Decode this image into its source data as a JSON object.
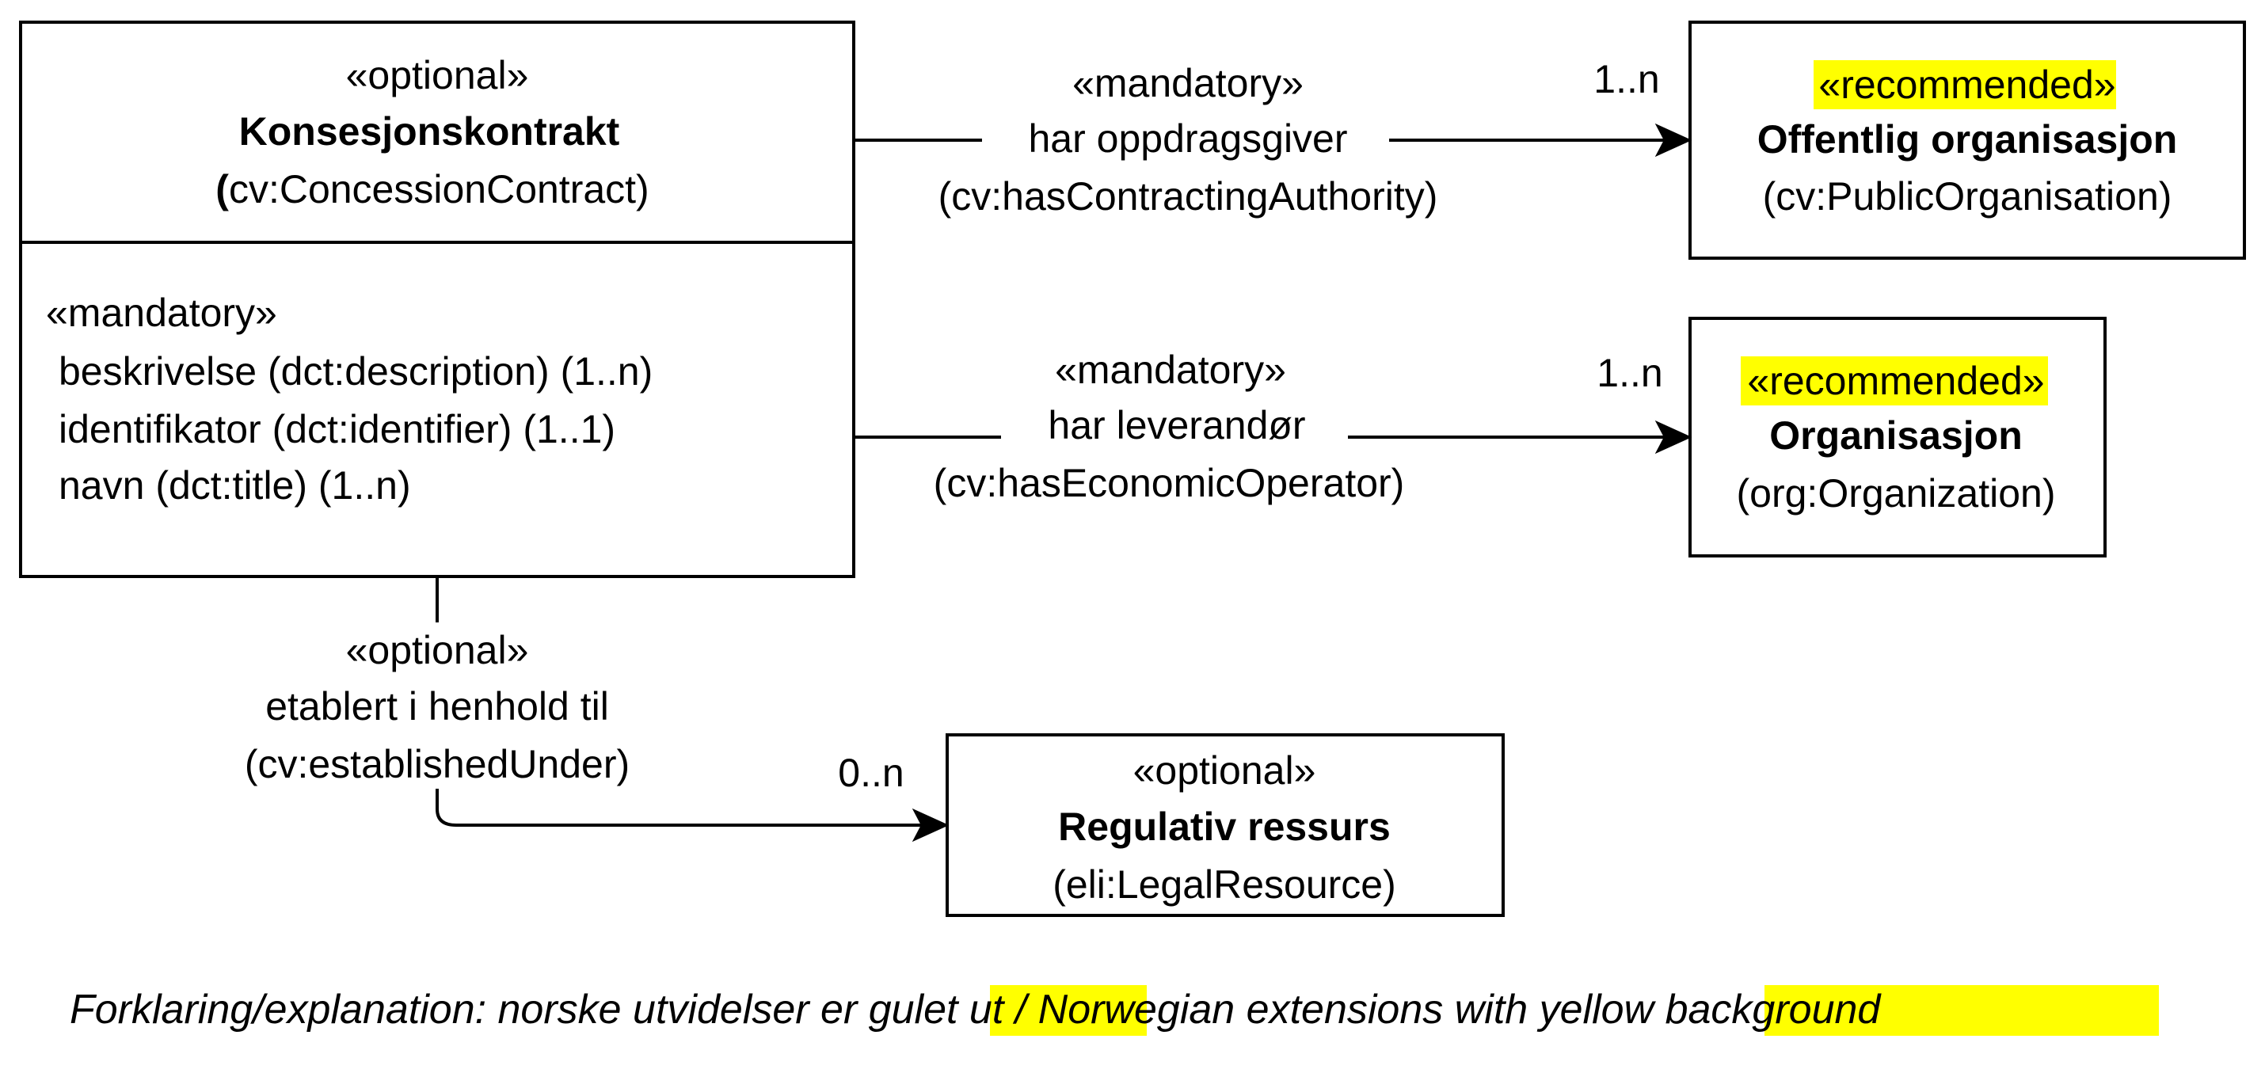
{
  "colors": {
    "highlight": "#ffff00",
    "line": "#000000",
    "background": "#ffffff"
  },
  "classes": {
    "konsesjonskontrakt": {
      "stereotype": "«optional»",
      "name": "Konsesjonskontrakt",
      "uri_open_paren": "(",
      "uri_rest": "cv:ConcessionContract)",
      "attr_stereotype": "«mandatory»",
      "attributes": [
        "beskrivelse (dct:description) (1..n)",
        "identifikator (dct:identifier) (1..1)",
        "navn (dct:title) (1..n)"
      ]
    },
    "offentlig_organisasjon": {
      "stereo_open": "«",
      "stereo_word": "recommended",
      "stereo_close": "»",
      "name": "Offentlig organisasjon",
      "uri": "(cv:PublicOrganisation)"
    },
    "organisasjon": {
      "stereo_open": "«",
      "stereo_word": "recommended",
      "stereo_close": "»",
      "name": "Organisasjon",
      "uri": "(org:Organization)"
    },
    "regulativ_ressurs": {
      "stereotype": "«optional»",
      "name": "Regulativ ressurs",
      "uri": "(eli:LegalResource)"
    }
  },
  "associations": {
    "contracting_authority": {
      "stereotype": "«mandatory»",
      "name": "har oppdragsgiver",
      "uri": "(cv:hasContractingAuthority)",
      "multiplicity": "1..n"
    },
    "economic_operator": {
      "stereotype": "«mandatory»",
      "name": "har leverandør",
      "uri": "(cv:hasEconomicOperator)",
      "multiplicity": "1..n"
    },
    "established_under": {
      "stereotype": "«optional»",
      "name": "etablert i henhold til",
      "uri": "(cv:establishedUnder)",
      "multiplicity": "0..n"
    }
  },
  "legend": {
    "part1": "Forklaring/explanation: norske utvidelser er ",
    "hl1": "gulet ut",
    "part2": " / Norwegian extensions with ",
    "hl2": "yellow background"
  }
}
